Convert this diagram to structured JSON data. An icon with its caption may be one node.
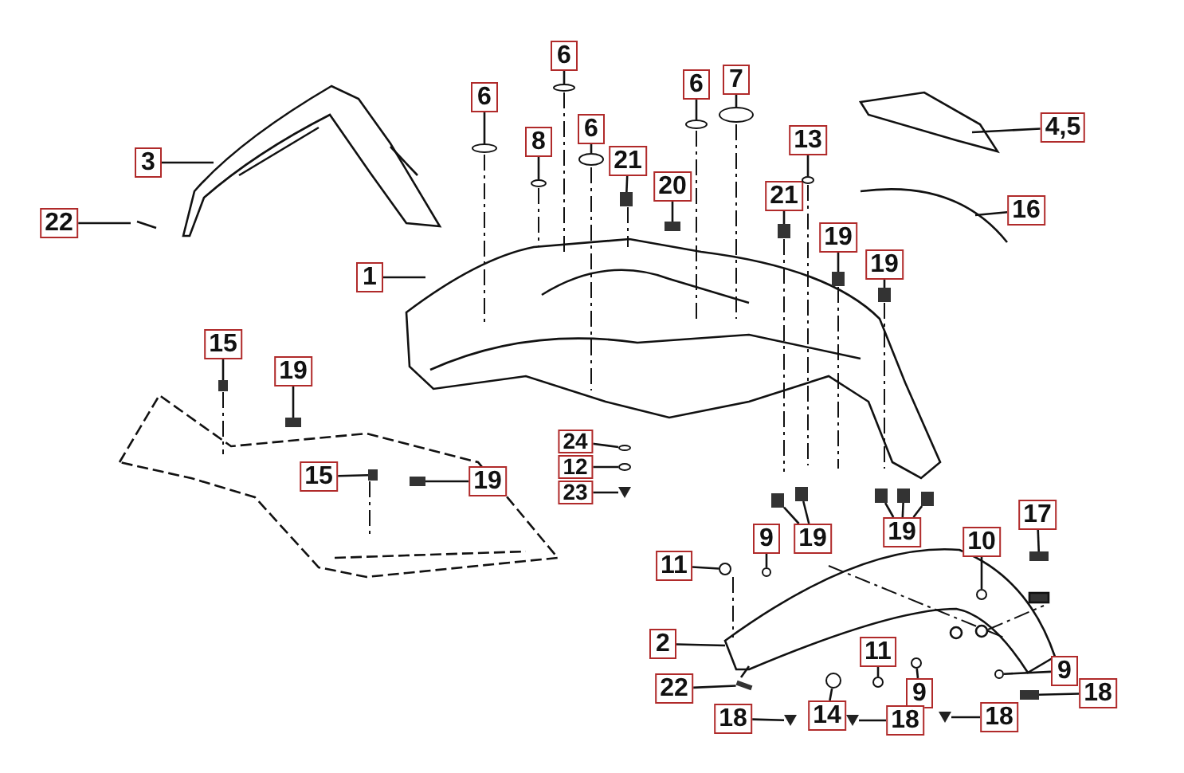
{
  "diagram": {
    "nodes": [
      {
        "text": [
          "6"
        ]
      },
      {
        "text": [
          "6"
        ]
      },
      {
        "text": [
          "6"
        ]
      },
      {
        "text": [
          "8"
        ]
      },
      {
        "text": [
          "6"
        ]
      },
      {
        "text": [
          "7"
        ]
      },
      {
        "text": [
          "3"
        ]
      },
      {
        "text": [
          "22"
        ]
      },
      {
        "text": [
          "21"
        ]
      },
      {
        "text": [
          "20"
        ]
      },
      {
        "text": [
          "13"
        ]
      },
      {
        "text": [
          "4,5"
        ]
      },
      {
        "text": [
          "21"
        ]
      },
      {
        "text": [
          "19"
        ]
      },
      {
        "text": [
          "16"
        ]
      },
      {
        "text": [
          "19"
        ]
      },
      {
        "text": [
          "1"
        ]
      },
      {
        "text": [
          "15"
        ]
      },
      {
        "text": [
          "19"
        ]
      },
      {
        "text": [
          "24"
        ]
      },
      {
        "text": [
          "12"
        ]
      },
      {
        "text": [
          "23"
        ]
      },
      {
        "text": [
          "15"
        ]
      },
      {
        "text": [
          "19"
        ]
      },
      {
        "text": [
          "19"
        ]
      },
      {
        "text": [
          "19"
        ]
      },
      {
        "text": [
          "17"
        ]
      },
      {
        "text": [
          "10"
        ]
      },
      {
        "text": [
          "11"
        ]
      },
      {
        "text": [
          "9"
        ]
      },
      {
        "text": [
          "2"
        ]
      },
      {
        "text": [
          "11"
        ]
      },
      {
        "text": [
          "9"
        ]
      },
      {
        "text": [
          "9"
        ]
      },
      {
        "text": [
          "22"
        ]
      },
      {
        "text": [
          "18"
        ]
      },
      {
        "text": [
          "18"
        ]
      },
      {
        "text": [
          "14"
        ]
      },
      {
        "text": [
          "18"
        ]
      },
      {
        "text": [
          "18"
        ]
      },
      {
        "text": [],
        "shape": "ellipse"
      },
      {
        "text": [],
        "shape": "ellipse"
      },
      {
        "text": [],
        "shape": "ellipse"
      },
      {
        "text": [],
        "shape": "ellipse"
      },
      {
        "text": [],
        "shape": "ellipse"
      },
      {
        "text": [],
        "shape": "ellipse"
      },
      {
        "text": [],
        "shape": "box"
      },
      {
        "text": [],
        "shape": "box"
      },
      {
        "text": [],
        "shape": "ellipse"
      },
      {
        "text": [],
        "shape": "box"
      },
      {
        "text": [],
        "shape": "box"
      },
      {
        "text": [],
        "shape": "box"
      },
      {
        "text": [],
        "shape": "box"
      },
      {
        "text": [],
        "shape": "box"
      },
      {
        "text": [],
        "shape": "ellipse"
      },
      {
        "text": [],
        "shape": "ellipse"
      },
      {
        "text": [],
        "shape": "triangle"
      },
      {
        "text": [],
        "shape": "box"
      },
      {
        "text": [],
        "shape": "box"
      },
      {
        "text": [],
        "shape": "box"
      },
      {
        "text": [],
        "shape": "box"
      },
      {
        "text": [],
        "shape": "box"
      },
      {
        "text": [],
        "shape": "box"
      },
      {
        "text": [],
        "shape": "box"
      },
      {
        "text": [],
        "shape": "box"
      },
      {
        "text": [],
        "shape": "circle"
      },
      {
        "text": [],
        "shape": "circle"
      },
      {
        "text": [],
        "shape": "circle"
      },
      {
        "text": [],
        "shape": "circle"
      },
      {
        "text": [],
        "shape": "circle"
      },
      {
        "text": [],
        "shape": "circle"
      },
      {
        "text": [],
        "shape": "bar"
      },
      {
        "text": [],
        "shape": "box"
      },
      {
        "text": [],
        "shape": "triangle"
      },
      {
        "text": [],
        "shape": "circle"
      },
      {
        "text": [],
        "shape": "triangle"
      },
      {
        "text": [],
        "shape": "triangle"
      }
    ],
    "edges": [
      {
        "from": 0,
        "to": 40,
        "arrow": "none"
      },
      {
        "from": 1,
        "to": 41,
        "arrow": "none"
      },
      {
        "from": 2,
        "to": 42,
        "arrow": "none"
      },
      {
        "from": 3,
        "to": 43,
        "arrow": "none"
      },
      {
        "from": 4,
        "to": 44,
        "arrow": "none"
      },
      {
        "from": 5,
        "to": 45,
        "arrow": "none"
      },
      {
        "from": 6,
        "to": null,
        "arrow": "none"
      },
      {
        "from": 7,
        "to": null,
        "arrow": "none"
      },
      {
        "from": 8,
        "to": 46,
        "arrow": "none"
      },
      {
        "from": 9,
        "to": 47,
        "arrow": "none"
      },
      {
        "from": 10,
        "to": 48,
        "arrow": "none"
      },
      {
        "from": 11,
        "to": null,
        "arrow": "none"
      },
      {
        "from": 12,
        "to": 49,
        "arrow": "none"
      },
      {
        "from": 13,
        "to": 50,
        "arrow": "none"
      },
      {
        "from": 14,
        "to": null,
        "arrow": "none"
      },
      {
        "from": 15,
        "to": 51,
        "arrow": "none"
      },
      {
        "from": 16,
        "to": null,
        "arrow": "none"
      },
      {
        "from": 17,
        "to": 52,
        "arrow": "none"
      },
      {
        "from": 18,
        "to": 53,
        "arrow": "none"
      },
      {
        "from": 19,
        "to": 54,
        "arrow": "none"
      },
      {
        "from": 20,
        "to": 55,
        "arrow": "none"
      },
      {
        "from": 21,
        "to": 56,
        "arrow": "none"
      },
      {
        "from": 22,
        "to": 57,
        "arrow": "none"
      },
      {
        "from": 23,
        "to": 58,
        "arrow": "none"
      },
      {
        "from": 24,
        "to": 59,
        "arrow": "none"
      },
      {
        "from": 24,
        "to": 60,
        "arrow": "none"
      },
      {
        "from": 25,
        "to": 61,
        "arrow": "none"
      },
      {
        "from": 25,
        "to": 62,
        "arrow": "none"
      },
      {
        "from": 25,
        "to": 63,
        "arrow": "none"
      },
      {
        "from": 26,
        "to": 64,
        "arrow": "none"
      },
      {
        "from": 27,
        "to": 65,
        "arrow": "none"
      },
      {
        "from": 28,
        "to": 66,
        "arrow": "none"
      },
      {
        "from": 29,
        "to": 67,
        "arrow": "none"
      },
      {
        "from": 30,
        "to": null,
        "arrow": "none"
      },
      {
        "from": 31,
        "to": 68,
        "arrow": "none"
      },
      {
        "from": 32,
        "to": 69,
        "arrow": "none"
      },
      {
        "from": 33,
        "to": 70,
        "arrow": "none"
      },
      {
        "from": 34,
        "to": 71,
        "arrow": "none"
      },
      {
        "from": 35,
        "to": 72,
        "arrow": "none"
      },
      {
        "from": 36,
        "to": 73,
        "arrow": "none"
      },
      {
        "from": 37,
        "to": 74,
        "arrow": "none"
      },
      {
        "from": 38,
        "to": 75,
        "arrow": "none"
      },
      {
        "from": 39,
        "to": 76,
        "arrow": "none"
      }
    ]
  }
}
